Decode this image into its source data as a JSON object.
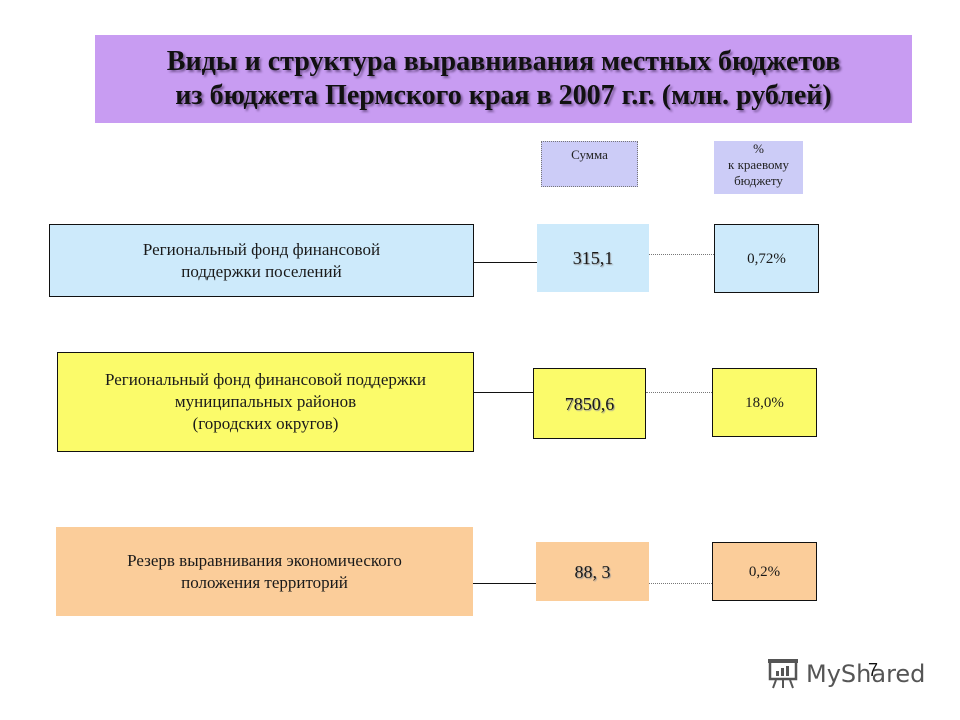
{
  "title": {
    "line1": "Виды и структура выравнивания местных бюджетов",
    "line2": "из бюджета Пермского края в 2007 г.г. (млн. рублей)"
  },
  "headers": {
    "sum": "Сумма",
    "pct_line1": "%",
    "pct_line2": "к краевому",
    "pct_line3": "бюджету"
  },
  "rows": [
    {
      "label_lines": [
        "Региональный фонд финансовой",
        "поддержки поселений",
        ""
      ],
      "sum": "315,1",
      "pct": "0,72%",
      "color": "#cdeafb"
    },
    {
      "label_lines": [
        "Региональный фонд финансовой поддержки",
        "муниципальных районов",
        "(городских округов)"
      ],
      "sum": "7850,6",
      "pct": "18,0%",
      "color": "#fbfb6a"
    },
    {
      "label_lines": [
        "Резерв выравнивания экономического",
        "положения территорий",
        ""
      ],
      "sum": "88, 3",
      "pct": "0,2%",
      "color": "#fbcd9a"
    }
  ],
  "colors": {
    "title_bg": "#c89cf2",
    "header_bg": "#ccccf7"
  },
  "footer": {
    "logo": "MyShared",
    "page_number": "7"
  }
}
